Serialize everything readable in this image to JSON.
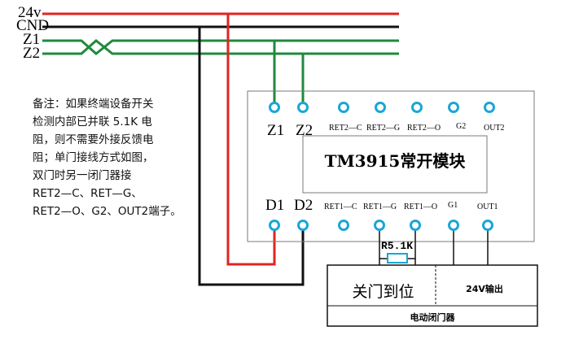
{
  "rails": [
    {
      "label": "24v",
      "color": "#e0241f"
    },
    {
      "label": "CND",
      "color": "#111111"
    },
    {
      "label": "Z1",
      "color": "#1f8a3e"
    },
    {
      "label": "Z2",
      "color": "#1f8a3e"
    }
  ],
  "note_lines": [
    "备注：如果终端设备开关",
    "检测内部已并联 5.1K 电",
    "阻，则不需要外接反馈电",
    "阻；单门接线方式如图，",
    "双门时另一闭门器接",
    "RET2—C、RET—G、",
    "RET2—O、G2、OUT2端子。"
  ],
  "module": {
    "title": "TM3915常开模块",
    "top_terminals": [
      "Z1",
      "Z2",
      "RET2—C",
      "RET2—G",
      "RET2—O",
      "G2",
      "OUT2"
    ],
    "bottom_terminals": [
      "D1",
      "D2",
      "RET1—C",
      "RET1—G",
      "RET1—O",
      "G1",
      "OUT1"
    ]
  },
  "resistor_label": "R5.1K",
  "door_closer": {
    "main_label": "关门到位",
    "output_label": "24V输出",
    "name": "电动闭门器"
  },
  "colors": {
    "red_wire": "#e0241f",
    "black_wire": "#111111",
    "green_wire": "#1f8a3e",
    "terminal": "#1aa6d6",
    "border": "#7a7a7a"
  }
}
